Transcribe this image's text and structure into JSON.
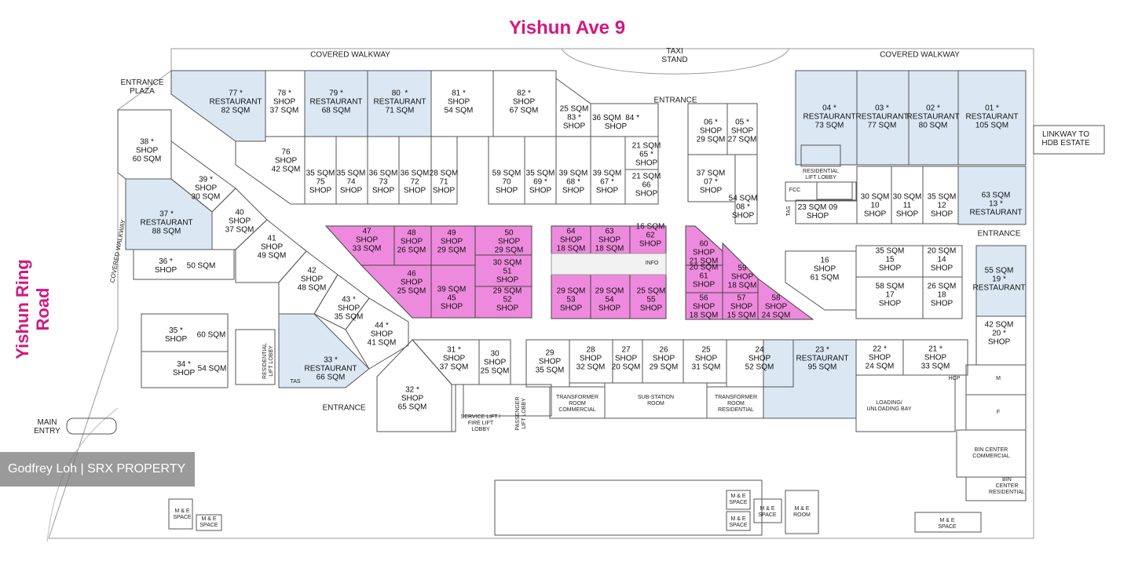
{
  "roads": {
    "top": "Yishun Ave 9",
    "left": "Yishun Ring Road"
  },
  "colors": {
    "road": "#d3187e",
    "restaurant": "#dbe8f4",
    "pink": "#ee8add",
    "line": "#555555"
  },
  "labels": {
    "covered_walkway_1": "COVERED WALKWAY",
    "covered_walkway_2": "COVERED WALKWAY",
    "covered_walkway_3": "COVERED WALKWAY",
    "taxi_stand": "TAXI\nSTAND",
    "entrance_plaza": "ENTRANCE\nPLAZA",
    "entrance_top": "ENTRANCE",
    "entrance_right": "ENTRANCE",
    "entrance_bottom": "ENTRANCE",
    "linkway": "LINKWAY TO\nHDB ESTATE",
    "main_entry": "MAIN\nENTRY",
    "info": "INFO",
    "residential_lift_lobby_1": "RESIDENTIAL\nLIFT LOBBY",
    "residential_lift_lobby_2": "RESIDENTIAL\nLIFT LOBBY",
    "fcc": "FCC",
    "tas_1": "TAS",
    "tas_2": "TAS",
    "hcp": "HCP",
    "m": "M",
    "f": "F",
    "service_lift": "SERVICE LIFT /\nFIRE LIFT\nLOBBY",
    "passenger_lift": "PASSENGER\nLIFT LOBBY",
    "transformer_commercial": "TRANSFORMER\nROOM\nCOMMERCIAL",
    "substation": "SUB-STATION\nROOM",
    "transformer_residential": "TRANSFORMER\nROOM\nRESIDENTIAL",
    "loading_bay": "LOADING/\nUNLOADING BAY",
    "bin_commercial": "BIN CENTER\nCOMMERCIAL",
    "bin_residential": "BIN\nCENTER\nRESIDENTIAL",
    "me_1": "M & E\nSPACE",
    "me_2": "M & E\nSPACE",
    "me_3": "M & E\nSPACE",
    "me_4": "M & E\nSPACE",
    "me_5": "M & E\nSPACE",
    "me_room": "M & E\nROOM",
    "me_6": "M & E\nSPACE"
  },
  "units": [
    {
      "id": "77",
      "text": "77 *\nRESTAURANT\n82 SQM"
    },
    {
      "id": "78",
      "text": "78 *\nSHOP\n37 SQM"
    },
    {
      "id": "79",
      "text": "79 *\nRESTAURANT\n68 SQM"
    },
    {
      "id": "80",
      "text": "80  *\nRESTAURANT\n71 SQM"
    },
    {
      "id": "81",
      "text": "81 *\nSHOP\n54 SQM"
    },
    {
      "id": "82",
      "text": "82 *\nSHOP\n67 SQM"
    },
    {
      "id": "83",
      "text": "25 SQM\n83 *\nSHOP"
    },
    {
      "id": "84",
      "text": "36 SQM  84 *\nSHOP"
    },
    {
      "id": "65",
      "text": "21 SQM\n65 *\nSHOP"
    },
    {
      "id": "66",
      "text": "21 SQM\n66\nSHOP"
    },
    {
      "id": "76",
      "text": "76\nSHOP\n42 SQM"
    },
    {
      "id": "75",
      "text": "35 SQM\n75\nSHOP"
    },
    {
      "id": "74",
      "text": "35 SQM\n74\nSHOP"
    },
    {
      "id": "73",
      "text": "36 SQM\n73\nSHOP"
    },
    {
      "id": "72",
      "text": "36 SQM\n72\nSHOP"
    },
    {
      "id": "71",
      "text": "28 SQM\n71\nSHOP"
    },
    {
      "id": "70",
      "text": "59 SQM\n70\nSHOP"
    },
    {
      "id": "69",
      "text": "35 SQM\n69 *\nSHOP"
    },
    {
      "id": "68",
      "text": "39 SQM\n68 *\nSHOP"
    },
    {
      "id": "67",
      "text": "39 SQM\n67 *\nSHOP"
    },
    {
      "id": "38",
      "text": "38 *\nSHOP\n60 SQM"
    },
    {
      "id": "39",
      "text": "39 *\nSHOP\n30 SQM"
    },
    {
      "id": "37",
      "text": "37 *\nRESTAURANT\n88 SQM"
    },
    {
      "id": "40",
      "text": "40\nSHOP\n37 SQM"
    },
    {
      "id": "41",
      "text": "41\nSHOP\n49 SQM"
    },
    {
      "id": "36",
      "text": "36 *\nSHOP"
    },
    {
      "id": "36b",
      "text": "50 SQM"
    },
    {
      "id": "42",
      "text": "42\nSHOP\n48 SQM"
    },
    {
      "id": "43",
      "text": "43 *\nSHOP\n35 SQM"
    },
    {
      "id": "44",
      "text": "44 *\nSHOP\n41 SQM"
    },
    {
      "id": "35",
      "text": "35 *\nSHOP"
    },
    {
      "id": "35b",
      "text": "60 SQM"
    },
    {
      "id": "34",
      "text": "34 *\nSHOP"
    },
    {
      "id": "34b",
      "text": "54 SQM"
    },
    {
      "id": "33",
      "text": "33 *\nRESTAURANT\n66 SQM"
    },
    {
      "id": "47",
      "text": "47\nSHOP\n33 SQM"
    },
    {
      "id": "48",
      "text": "48\nSHOP\n26 SQM"
    },
    {
      "id": "49",
      "text": "49\nSHOP\n29 SQM"
    },
    {
      "id": "50",
      "text": "50\nSHOP\n29 SQM"
    },
    {
      "id": "51",
      "text": "30 SQM\n51\nSHOP"
    },
    {
      "id": "46",
      "text": "46\nSHOP\n25 SQM"
    },
    {
      "id": "45",
      "text": "39 SQM\n45\nSHOP"
    },
    {
      "id": "52",
      "text": "29 SQM\n52\nSHOP"
    },
    {
      "id": "64",
      "text": "64\nSHOP\n18 SQM"
    },
    {
      "id": "63",
      "text": "63\nSHOP\n18 SQM"
    },
    {
      "id": "62",
      "text": "16 SQM\n62\nSHOP"
    },
    {
      "id": "53",
      "text": "29 SQM\n53\nSHOP"
    },
    {
      "id": "54",
      "text": "29 SQM\n54\nSHOP"
    },
    {
      "id": "55",
      "text": "25 SQM\n55\nSHOP"
    },
    {
      "id": "60",
      "text": "60\nSHOP\n21 SQM"
    },
    {
      "id": "61",
      "text": "20 SQM\n61\nSHOP"
    },
    {
      "id": "59",
      "text": "59\nSHOP\n18 SQM"
    },
    {
      "id": "56",
      "text": "56\nSHOP\n18 SQM"
    },
    {
      "id": "57",
      "text": "57\nSHOP\n15 SQM"
    },
    {
      "id": "58",
      "text": "58\nSHOP\n24 SQM"
    },
    {
      "id": "31",
      "text": "31 *\nSHOP\n37 SQM"
    },
    {
      "id": "30",
      "text": "30\nSHOP\n25 SQM"
    },
    {
      "id": "32",
      "text": "32 *\nSHOP\n65 SQM"
    },
    {
      "id": "29",
      "text": "29\nSHOP\n35 SQM"
    },
    {
      "id": "28",
      "text": "28\nSHOP\n32 SQM"
    },
    {
      "id": "27",
      "text": "27\nSHOP\n20 SQM"
    },
    {
      "id": "26",
      "text": "26\nSHOP\n29 SQM"
    },
    {
      "id": "25",
      "text": "25\nSHOP\n31 SQM"
    },
    {
      "id": "24",
      "text": "24\nSHOP\n52 SQM"
    },
    {
      "id": "23",
      "text": "23 *\nRESTAURANT\n95 SQM"
    },
    {
      "id": "22",
      "text": "22 *\nSHOP\n24 SQM"
    },
    {
      "id": "21",
      "text": "21 *\nSHOP\n33 SQM"
    },
    {
      "id": "06",
      "text": "06 *\nSHOP\n29 SQM"
    },
    {
      "id": "05",
      "text": "05 *\nSHOP\n27 SQM"
    },
    {
      "id": "07",
      "text": "37 SQM\n07 *\nSHOP"
    },
    {
      "id": "08",
      "text": "54 SQM\n08 *\nSHOP"
    },
    {
      "id": "04",
      "text": "04 *\nRESTAURANT\n73 SQM"
    },
    {
      "id": "03",
      "text": "03 *\nRESTAURANT\n77 SQM"
    },
    {
      "id": "02",
      "text": "02 *\nRESTAURANT\n80 SQM"
    },
    {
      "id": "01",
      "text": "01 *\nRESTAURANT\n105 SQM"
    },
    {
      "id": "09",
      "text": "23 SQM 09\nSHOP"
    },
    {
      "id": "10",
      "text": "30 SQM\n10\nSHOP"
    },
    {
      "id": "11",
      "text": "30 SQM\n11\nSHOP"
    },
    {
      "id": "12",
      "text": "35 SQM\n12\nSHOP"
    },
    {
      "id": "13",
      "text": "63 SQM\n13 *\nRESTAURANT"
    },
    {
      "id": "16",
      "text": "16\nSHOP\n61 SQM"
    },
    {
      "id": "15",
      "text": "35 SQM\n15\nSHOP"
    },
    {
      "id": "14",
      "text": "20 SQM\n14\nSHOP"
    },
    {
      "id": "17",
      "text": "58 SQM\n17\nSHOP"
    },
    {
      "id": "18",
      "text": "26 SQM\n18\nSHOP"
    },
    {
      "id": "19",
      "text": "55 SQM\n19 *\nRESTAURANT"
    },
    {
      "id": "20",
      "text": "42 SQM\n20 *\nSHOP"
    }
  ],
  "watermark": "Godfrey Loh | SRX PROPERTY"
}
